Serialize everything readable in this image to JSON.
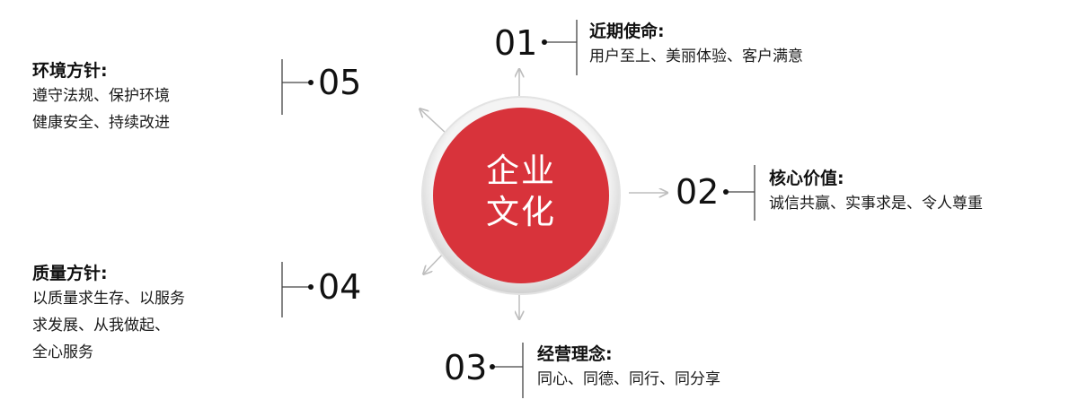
{
  "center": {
    "line1": "企业",
    "line2": "文化"
  },
  "items": [
    {
      "num": "01",
      "title": "近期使命:",
      "lines": [
        "用户至上、美丽体验、客户满意"
      ]
    },
    {
      "num": "02",
      "title": "核心价值:",
      "lines": [
        "诚信共赢、实事求是、令人尊重"
      ]
    },
    {
      "num": "03",
      "title": "经营理念:",
      "lines": [
        "同心、同德、同行、同分享"
      ]
    },
    {
      "num": "04",
      "title": "质量方针:",
      "lines": [
        "以质量求生存、以服务",
        "求发展、从我做起、",
        "全心服务"
      ]
    },
    {
      "num": "05",
      "title": "环境方针:",
      "lines": [
        "遵守法规、保护环境",
        "健康安全、持续改进"
      ]
    }
  ],
  "colors": {
    "hub": "#d8333b",
    "ring": "#dcdcdc",
    "arrow": "#bdbdbd"
  }
}
